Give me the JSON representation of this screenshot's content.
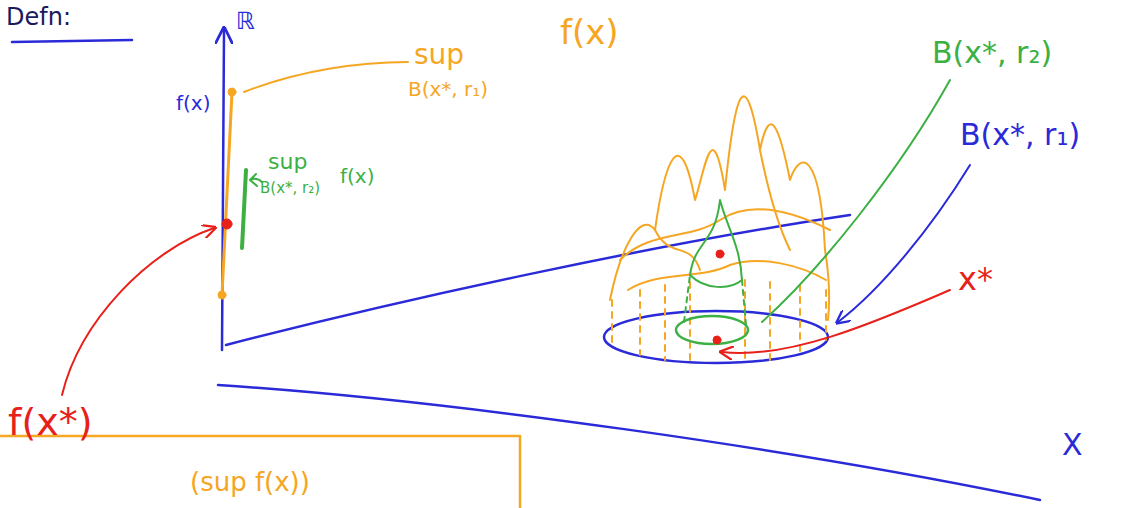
{
  "diagram": {
    "labels": [
      "Defn:",
      "ℝ",
      "f(x)",
      "sup",
      "B(x*, r₁)",
      "f(x)",
      "sup",
      "B(x*, r₂)",
      "f(x)",
      "f(x*)",
      "B(x*, r₂)",
      "B(x*, r₁)",
      "x*",
      "X",
      "(sup f(x))"
    ]
  }
}
